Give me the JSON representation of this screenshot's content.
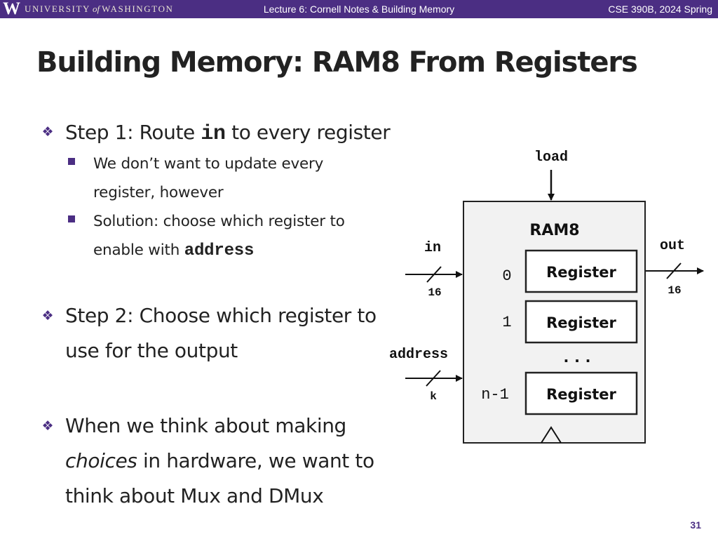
{
  "header": {
    "logo_letter": "W",
    "university_name_before": "UNIVERSITY",
    "university_name_of": "of",
    "university_name_after": "WASHINGTON",
    "lecture_title": "Lecture 6: Cornell Notes & Building Memory",
    "course": "CSE 390B, 2024 Spring"
  },
  "slide": {
    "title": "Building Memory: RAM8 From Registers",
    "bullet_glyph": "❖",
    "bullets": [
      {
        "parts": [
          "Step 1: Route ",
          "in",
          " to every register"
        ],
        "subbullets": [
          {
            "line1": "We don’t want to update every",
            "line2": "register, however"
          },
          {
            "line1": "Solution: choose which register to",
            "line2_before": "enable with ",
            "line2_code": "address"
          }
        ]
      },
      {
        "line1": "Step 2: Choose which register to",
        "line2": "use for the output"
      },
      {
        "line1": "When we think about making",
        "line2_italic": "choices",
        "line2_rest": " in hardware, we want to",
        "line3": "think about Mux and DMux"
      }
    ],
    "page_number": "31"
  },
  "diagram": {
    "chip_name": "RAM8",
    "load_label": "load",
    "in_label": "in",
    "in_width": "16",
    "address_label": "address",
    "address_width": "k",
    "out_label": "out",
    "out_width": "16",
    "registers": [
      {
        "index": "0",
        "label": "Register"
      },
      {
        "index": "1",
        "label": "Register"
      },
      {
        "index": "n-1",
        "label": "Register"
      }
    ],
    "ellipsis": "...",
    "colors": {
      "header_purple": "#4b2e83",
      "chip_fill": "#f2f2f2",
      "register_fill": "#ffffff"
    }
  }
}
